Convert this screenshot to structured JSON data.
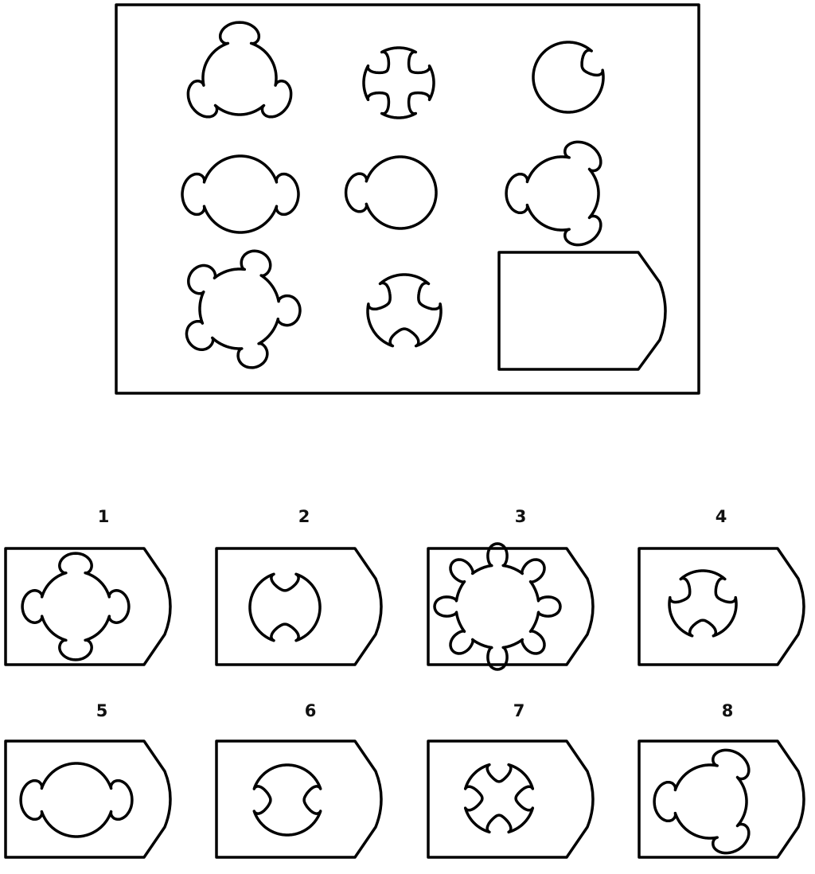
{
  "puzzle": {
    "matrix": [
      {
        "loops": 3,
        "direction": "out"
      },
      {
        "loops": 4,
        "direction": "in"
      },
      {
        "loops": 1,
        "direction": "in"
      },
      {
        "loops": 2,
        "direction": "out"
      },
      {
        "loops": 1,
        "direction": "out"
      },
      {
        "loops": 3,
        "direction": "out"
      },
      {
        "loops": 5,
        "direction": "out"
      },
      {
        "loops": 3,
        "direction": "in"
      },
      null
    ],
    "options": [
      {
        "label": "1",
        "loops": 4,
        "direction": "out"
      },
      {
        "label": "2",
        "loops": 2,
        "direction": "in"
      },
      {
        "label": "3",
        "loops": 8,
        "direction": "out"
      },
      {
        "label": "4",
        "loops": 3,
        "direction": "in"
      },
      {
        "label": "5",
        "loops": 2,
        "direction": "out"
      },
      {
        "label": "6",
        "loops": 2,
        "direction": "in"
      },
      {
        "label": "7",
        "loops": 4,
        "direction": "in"
      },
      {
        "label": "8",
        "loops": 3,
        "direction": "out"
      }
    ]
  }
}
